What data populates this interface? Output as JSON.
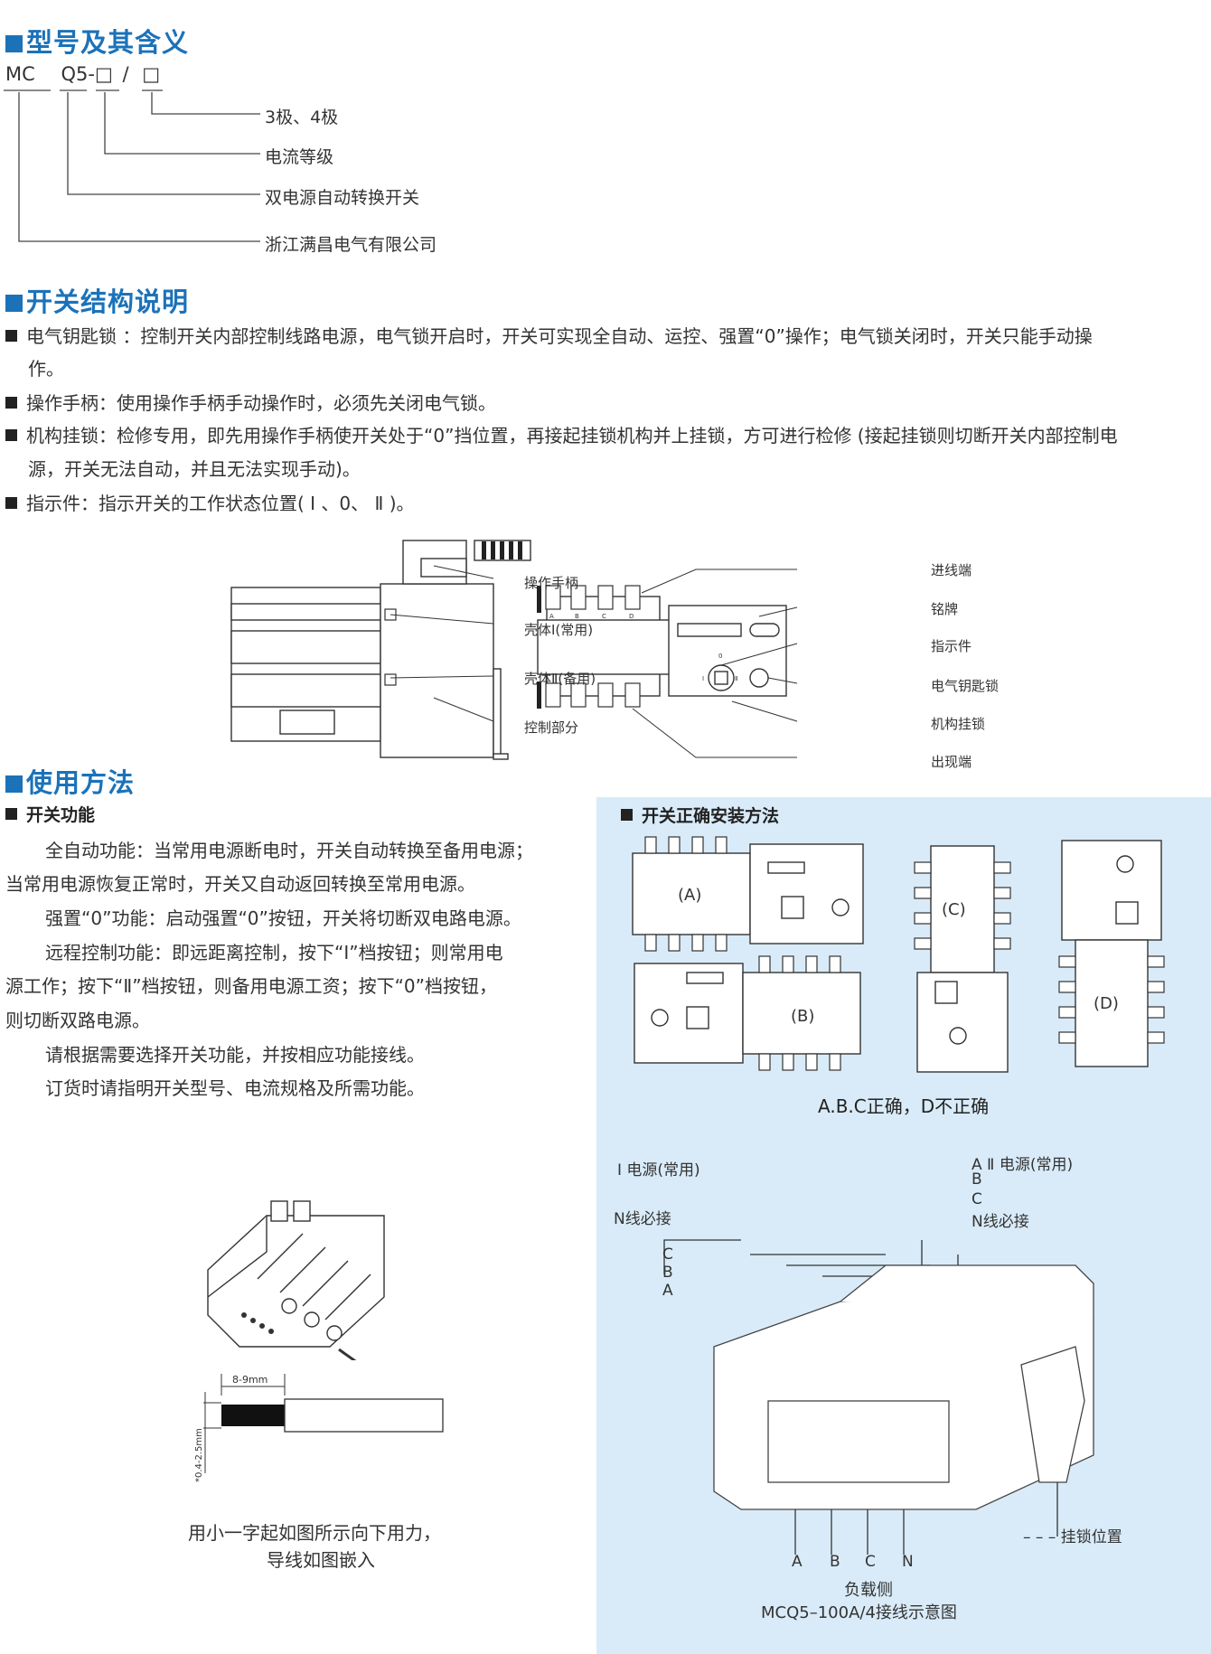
{
  "sections": {
    "model": "型号及其含义",
    "structure": "开关结构说明",
    "usage": "使用方法"
  },
  "model_code": {
    "p1": "MC",
    "p2": "Q5-",
    "box": "□",
    "slash": "/",
    "labels": [
      "3极、4极",
      "电流等级",
      "双电源自动转换开关",
      "浙江满昌电气有限公司"
    ]
  },
  "structure_items": [
    {
      "line1": "电气钥匙锁 ：控制开关内部控制线路电源，电气锁开启时，开关可实现全自动、运控、强置“0”操作；电气锁关闭时，开关只能手动操",
      "line2": "作。"
    },
    {
      "line1": "操作手柄：使用操作手柄手动操作时，必须先关闭电气锁。",
      "line2": ""
    },
    {
      "line1": "机构挂锁：检修专用，即先用操作手柄使开关处于“0”挡位置，再接起挂锁机构并上挂锁，方可进行检修 (接起挂锁则切断开关内部控制电",
      "line2": "源，开关无法自动，并且无法实现手动)。"
    },
    {
      "line1": "指示件：指示开关的工作状态位置( Ⅰ 、0、 Ⅱ )。",
      "line2": ""
    }
  ],
  "structure_diagram": {
    "left_labels": [
      "操作手柄",
      "壳体Ⅰ(常用)",
      "壳体Ⅱ(备用)",
      "控制部分"
    ],
    "right_labels": [
      "进线端",
      "铭牌",
      "指示件",
      "电气钥匙锁",
      "机构挂锁",
      "出现端"
    ],
    "terminals": [
      "A",
      "B",
      "C",
      "D"
    ],
    "indicator_marks": [
      "0",
      "Ⅰ",
      "Ⅱ"
    ]
  },
  "usage": {
    "subhead": "开关功能",
    "lines": [
      "全自动功能：当常用电源断电时，开关自动转换至备用电源；",
      "当常用电源恢复正常时，开关又自动返回转换至常用电源。",
      "强置“0”功能：启动强置“0”按钮，开关将切断双电路电源。",
      "远程控制功能：即远距离控制，按下“Ⅰ”档按钮；则常用电",
      "源工作；按下“Ⅱ”档按钮，则备用电源工资；按下“0”档按钮，",
      "则切断双路电源。",
      "请根据需要选择开关功能，并按相应功能接线。",
      "订货时请指明开关型号、电流规格及所需功能。"
    ],
    "strip_dim": "8-9mm",
    "diam_dim": "*0.4-2.5mm",
    "caption1": "用小一字起如图所示向下用力，",
    "caption2": "导线如图嵌入"
  },
  "install": {
    "title": "开关正确安装方法",
    "tags": [
      "(A)",
      "(B)",
      "(C)",
      "(D)"
    ],
    "caption": "A.B.C正确，D不正确"
  },
  "wiring": {
    "src1": "Ⅰ 电源(常用)",
    "src1_n": "N线必接",
    "src1_phases": [
      "C",
      "B",
      "A"
    ],
    "src2_a": "A",
    "src2": "Ⅱ 电源(常用)",
    "src2_b": "B",
    "src2_c": "C",
    "src2_n": "N线必接",
    "lock_pos": "– – – 挂锁位置",
    "load_phases": [
      "A",
      "B",
      "C",
      "N"
    ],
    "load_label": "负载侧",
    "title": "MCQ5–100A/4接线示意图"
  }
}
